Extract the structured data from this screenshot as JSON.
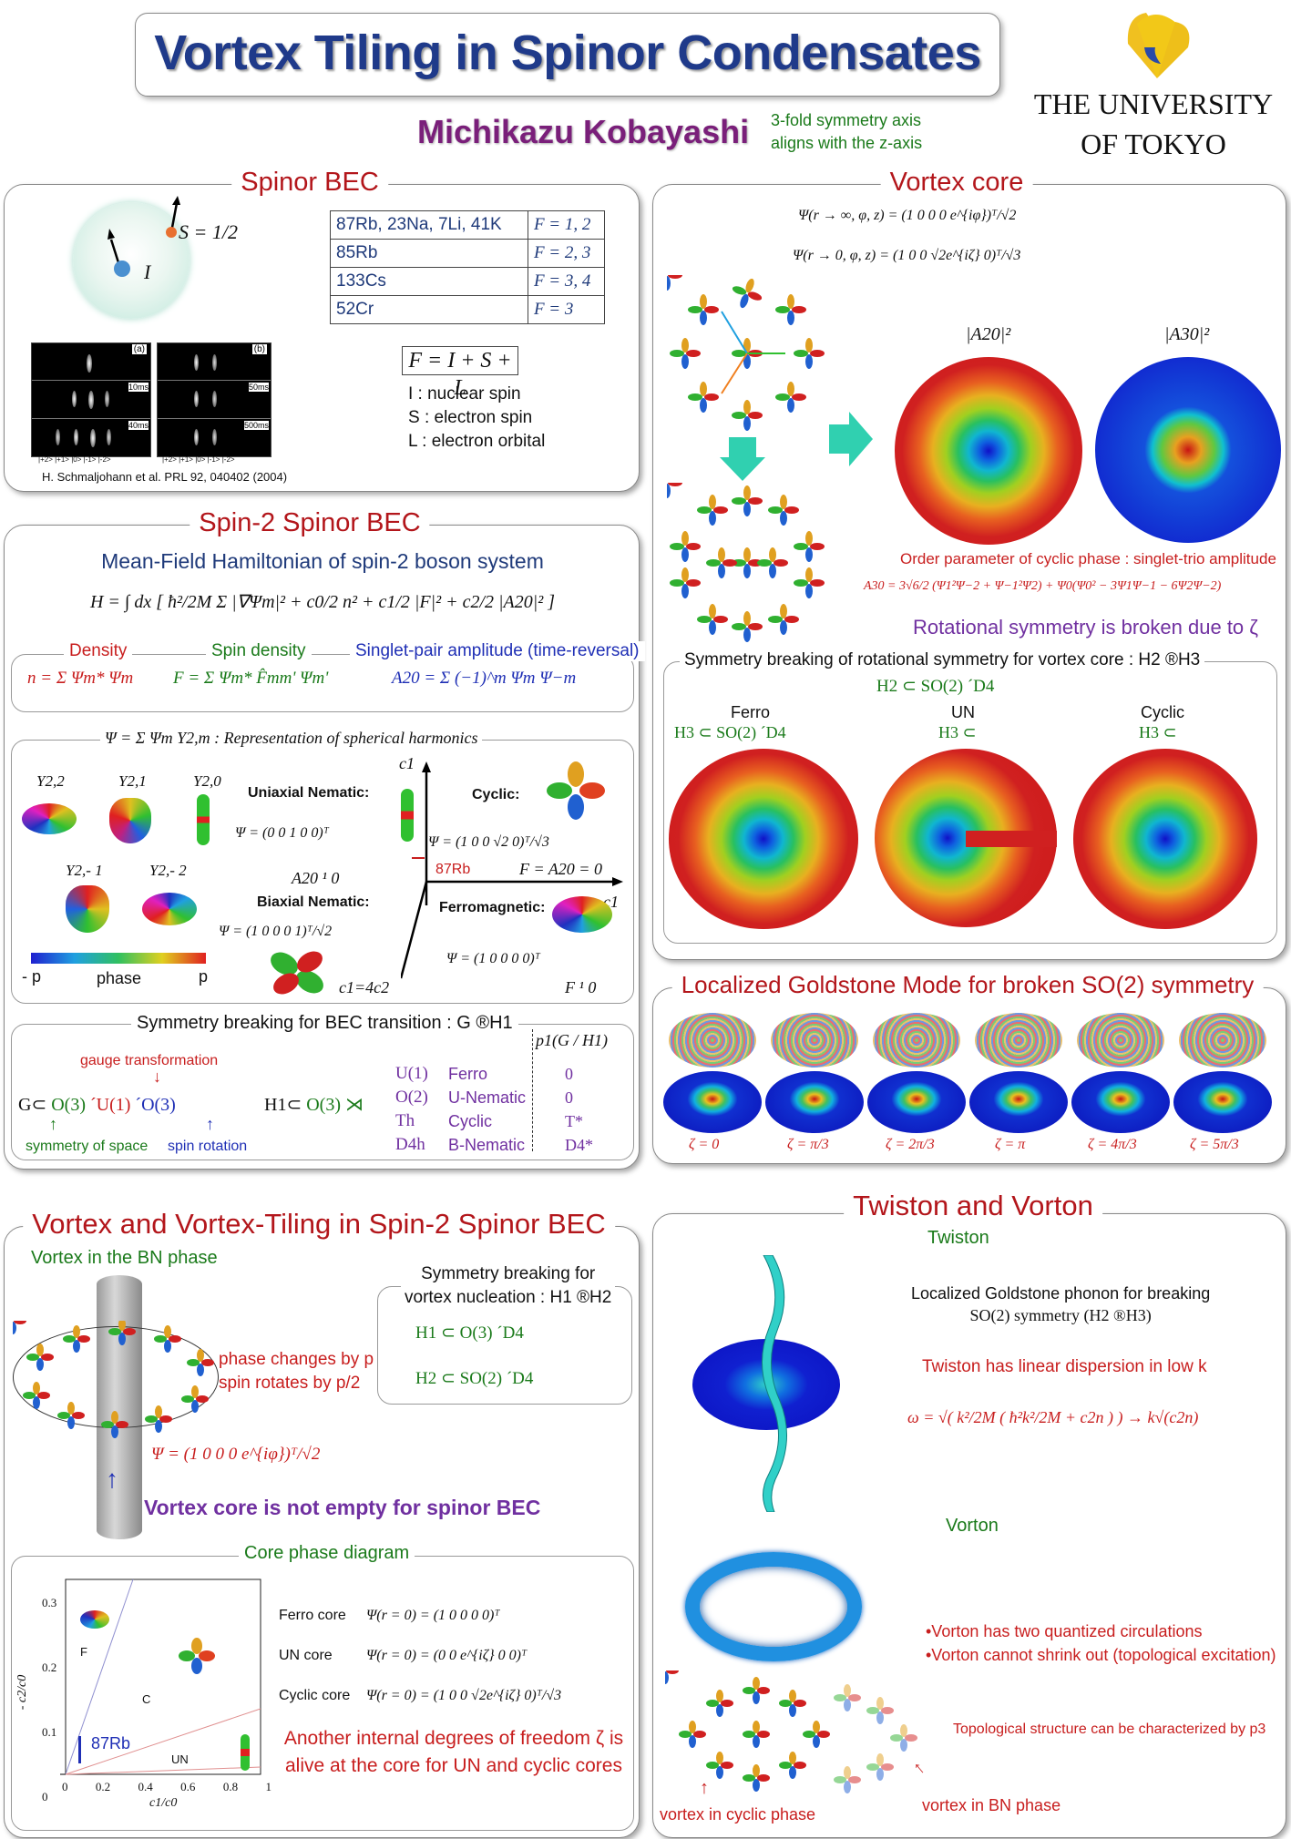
{
  "header": {
    "title": "Vortex Tiling in Spinor Condensates",
    "author": "Michikazu Kobayashi",
    "annotation_l1": "3-fold symmetry axis",
    "annotation_l2": "aligns with the z-axis",
    "university_l1": "THE UNIVERSITY",
    "university_l2": "OF TOKYO"
  },
  "spinor_bec": {
    "title": "Spinor BEC",
    "s_label": "S = 1/2",
    "i_label": "I",
    "table": [
      {
        "atoms": "87Rb, 23Na, 7Li, 41K",
        "f": "F = 1, 2"
      },
      {
        "atoms": "85Rb",
        "f": "F = 2, 3"
      },
      {
        "atoms": "133Cs",
        "f": "F = 3, 4"
      },
      {
        "atoms": "52Cr",
        "f": "F = 3"
      }
    ],
    "formula": "F = I + S + L",
    "def1": "I : nuclear spin",
    "def2": "S : electron spin",
    "def3": "L : electron orbital",
    "img_a": "(a)",
    "img_b": "(b)",
    "t1": "10ms",
    "t2": "40ms",
    "t3": "50ms",
    "t4": "500ms",
    "axis_a": "|+2> |+1> |0> |-1> |-2>",
    "axis_b": "|+2> |+1> |0> |-1> |-2>",
    "reference": "H. Schmaljohann et al. PRL 92, 040402 (2004)"
  },
  "spin2": {
    "title": "Spin-2 Spinor BEC",
    "subtitle": "Mean-Field Hamiltonian of spin-2 boson system",
    "hamiltonian": "H = ∫ dx [ ħ²/2M Σ |∇Ψm|² + c0/2 n² + c1/2 |F|² + c2/2 |A20|² ]",
    "density_label": "Density",
    "spin_density_label": "Spin density",
    "singlet_label": "Singlet-pair amplitude (time-reversal)",
    "density_eq": "n = Σ Ψm* Ψm",
    "spin_eq": "F = Σ Ψm* F̂mm' Ψm'",
    "singlet_eq": "A20 = Σ (−1)^m Ψm Ψ−m",
    "sph_title": "Ψ = Σ Ψm Y2,m : Representation of spherical harmonics",
    "y22": "Y2,2",
    "y21": "Y2,1",
    "y20": "Y2,0",
    "y2m1": "Y2,- 1",
    "y2m2": "Y2,- 2",
    "phase_minus": "- p",
    "phase_label": "phase",
    "phase_plus": "p",
    "uniaxial": "Uniaxial Nematic:",
    "uniaxial_eq": "Ψ = (0 0 1 0 0)ᵀ",
    "a20": "A20 ¹ 0",
    "biaxial": "Biaxial Nematic:",
    "biaxial_eq": "Ψ = (1 0 0 0 1)ᵀ/√2",
    "cyclic": "Cyclic:",
    "cyclic_eq": "Ψ = (1 0 0 √2 0)ᵀ/√3",
    "rb87": "87Rb",
    "f_a20": "F = A20 = 0",
    "ferro": "Ferromagnetic:",
    "ferro_eq": "Ψ = (1 0 0 0 0)ᵀ",
    "f_ne": "F ¹ 0",
    "c1_axis": "c1",
    "c1_axis2": "c1",
    "c1_4c2": "c1=4c2",
    "sb_title": "Symmetry breaking for BEC transition : G ®H1",
    "gauge": "gauge transformation",
    "g_eq_l": "G",
    "g_eq_o3": "O(3)",
    "g_eq_u1": "´U(1)",
    "g_eq_so3": "´O(3)",
    "sym_space": "symmetry of space",
    "spin_rot": "spin rotation",
    "h1": "H1",
    "h1_o3": "O(3)",
    "groups": [
      "U(1)",
      "O(2)",
      "Th",
      "D4h"
    ],
    "phases": [
      "Ferro",
      "U-Nematic",
      "Cyclic",
      "B-Nematic"
    ],
    "p1": "p1(G / H1)",
    "p1_vals": [
      "0",
      "0",
      "T*",
      "D4*"
    ]
  },
  "vortex_core": {
    "title": "Vortex core",
    "eq1": "Ψ(r → ∞, φ, z) = (1 0 0 0 e^{iφ})ᵀ/√2",
    "eq2": "Ψ(r → 0, φ, z) = (1 0 0 √2e^{iζ} 0)ᵀ/√3",
    "a20_label": "|A20|²",
    "a30_label": "|A30|²",
    "order_param": "Order parameter of cyclic phase : singlet-trio amplitude",
    "a30_eq": "A30 = 3√6/2 (Ψ1²Ψ−2 + Ψ−1²Ψ2) + Ψ0(Ψ0² − 3Ψ1Ψ−1 − 6Ψ2Ψ−2)",
    "rot_broken": "Rotational symmetry is broken due to ζ",
    "sb_title": "Symmetry breaking of rotational symmetry for vortex core : H2 ®H3",
    "h2_eq": "H2 ⊂ SO(2) ´D4",
    "ferro": "Ferro",
    "un": "UN",
    "cyclic": "Cyclic",
    "h3_ferro": "H3 ⊂ SO(2) ´D4",
    "h3_un": "H3 ⊂",
    "h3_cyc": "H3 ⊂"
  },
  "goldstone": {
    "title": "Localized Goldstone Mode for broken SO(2) symmetry",
    "labels": [
      "ζ = 0",
      "ζ = π/3",
      "ζ = 2π/3",
      "ζ = π",
      "ζ = 4π/3",
      "ζ = 5π/3"
    ]
  },
  "vortex_tiling": {
    "title": "Vortex and Vortex-Tiling in Spin-2 Spinor BEC",
    "bn_label": "Vortex in the BN phase",
    "phase_changes": "phase changes by p",
    "spin_rotates": "spin rotates by p/2",
    "psi_eq": "Ψ = (1 0 0 0 e^{iφ})ᵀ/√2",
    "not_empty": "Vortex core is not empty for spinor BEC",
    "sb_l1": "Symmetry breaking for",
    "sb_l2": "vortex nucleation : H1 ®H2",
    "h1_eq": "H1 ⊂ O(3) ´D4",
    "h2_eq": "H2 ⊂ SO(2) ´D4",
    "diagram_title": "Core phase diagram",
    "ferro_core": "Ferro core",
    "un_core": "UN core",
    "cyclic_core": "Cyclic core",
    "ferro_core_eq": "Ψ(r = 0) = (1 0 0 0 0)ᵀ",
    "un_core_eq": "Ψ(r = 0) = (0 0 e^{iζ} 0 0)ᵀ",
    "cyclic_core_eq": "Ψ(r = 0) = (1 0 0 √2e^{iζ} 0)ᵀ/√3",
    "another_l1": "Another internal degrees of freedom ζ is",
    "another_l2": "alive at the core for UN and cyclic cores",
    "ylabel": "- c2/c0",
    "xlabel": "c1/c0",
    "region_f": "F",
    "region_c": "C",
    "region_un": "UN",
    "rb87": "87Rb",
    "yticks": [
      "0.3",
      "0.2",
      "0.1",
      "0"
    ],
    "xticks": [
      "0",
      "0.2",
      "0.4",
      "0.6",
      "0.8",
      "1"
    ]
  },
  "twiston": {
    "title": "Twiston and Vorton",
    "twiston_label": "Twiston",
    "goldstone_l1": "Localized Goldstone phonon for breaking",
    "goldstone_l2": "SO(2) symmetry (H2 ®H3)",
    "linear": "Twiston has linear dispersion in low k",
    "dispersion": "ω = √( k²/2M ( ħ²k²/2M + c2n ) ) → k√(c2n)",
    "vorton_label": "Vorton",
    "vorton_b1": "•Vorton has two quantized circulations",
    "vorton_b2": "•Vorton cannot shrink out (topological excitation)",
    "topo": "Topological structure can be characterized by p3",
    "cyclic_phase": "vortex in cyclic phase",
    "bn_phase": "vortex in BN phase"
  },
  "colors": {
    "title": "#1f3a8a",
    "author": "#7a1f7a",
    "section": "#b3161b",
    "teal": "#30d0c8",
    "logo_yellow": "#f0c020",
    "logo_blue": "#2a4aa8"
  }
}
